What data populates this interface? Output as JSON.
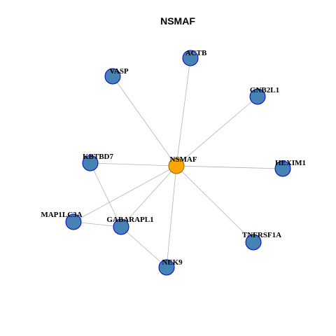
{
  "title": "NSMAF",
  "colors": {
    "hub_fill": "#FFA500",
    "hub_stroke": "#9a6200",
    "node_fill": "#4682B4",
    "node_stroke": "#0000CD",
    "edge": "#b3b3b3"
  },
  "nodes": [
    {
      "id": "NSMAF",
      "label": "NSMAF",
      "hub": true
    },
    {
      "id": "ACTB",
      "label": "ACTB"
    },
    {
      "id": "VASP",
      "label": "VASP"
    },
    {
      "id": "GNB2L1",
      "label": "GNB2L1"
    },
    {
      "id": "KBTBD7",
      "label": "KBTBD7"
    },
    {
      "id": "HEXIM1",
      "label": "HEXIM1"
    },
    {
      "id": "MAP1LC3A",
      "label": "MAP1LC3A"
    },
    {
      "id": "GABARAPL1",
      "label": "GABARAPL1"
    },
    {
      "id": "TNFRSF1A",
      "label": "TNFRSF1A"
    },
    {
      "id": "NEK9",
      "label": "NEK9"
    }
  ],
  "edges": [
    [
      "NSMAF",
      "ACTB"
    ],
    [
      "NSMAF",
      "VASP"
    ],
    [
      "NSMAF",
      "GNB2L1"
    ],
    [
      "NSMAF",
      "KBTBD7"
    ],
    [
      "NSMAF",
      "HEXIM1"
    ],
    [
      "NSMAF",
      "MAP1LC3A"
    ],
    [
      "NSMAF",
      "GABARAPL1"
    ],
    [
      "NSMAF",
      "TNFRSF1A"
    ],
    [
      "NSMAF",
      "NEK9"
    ],
    [
      "KBTBD7",
      "GABARAPL1"
    ],
    [
      "MAP1LC3A",
      "GABARAPL1"
    ],
    [
      "GABARAPL1",
      "NEK9"
    ]
  ]
}
